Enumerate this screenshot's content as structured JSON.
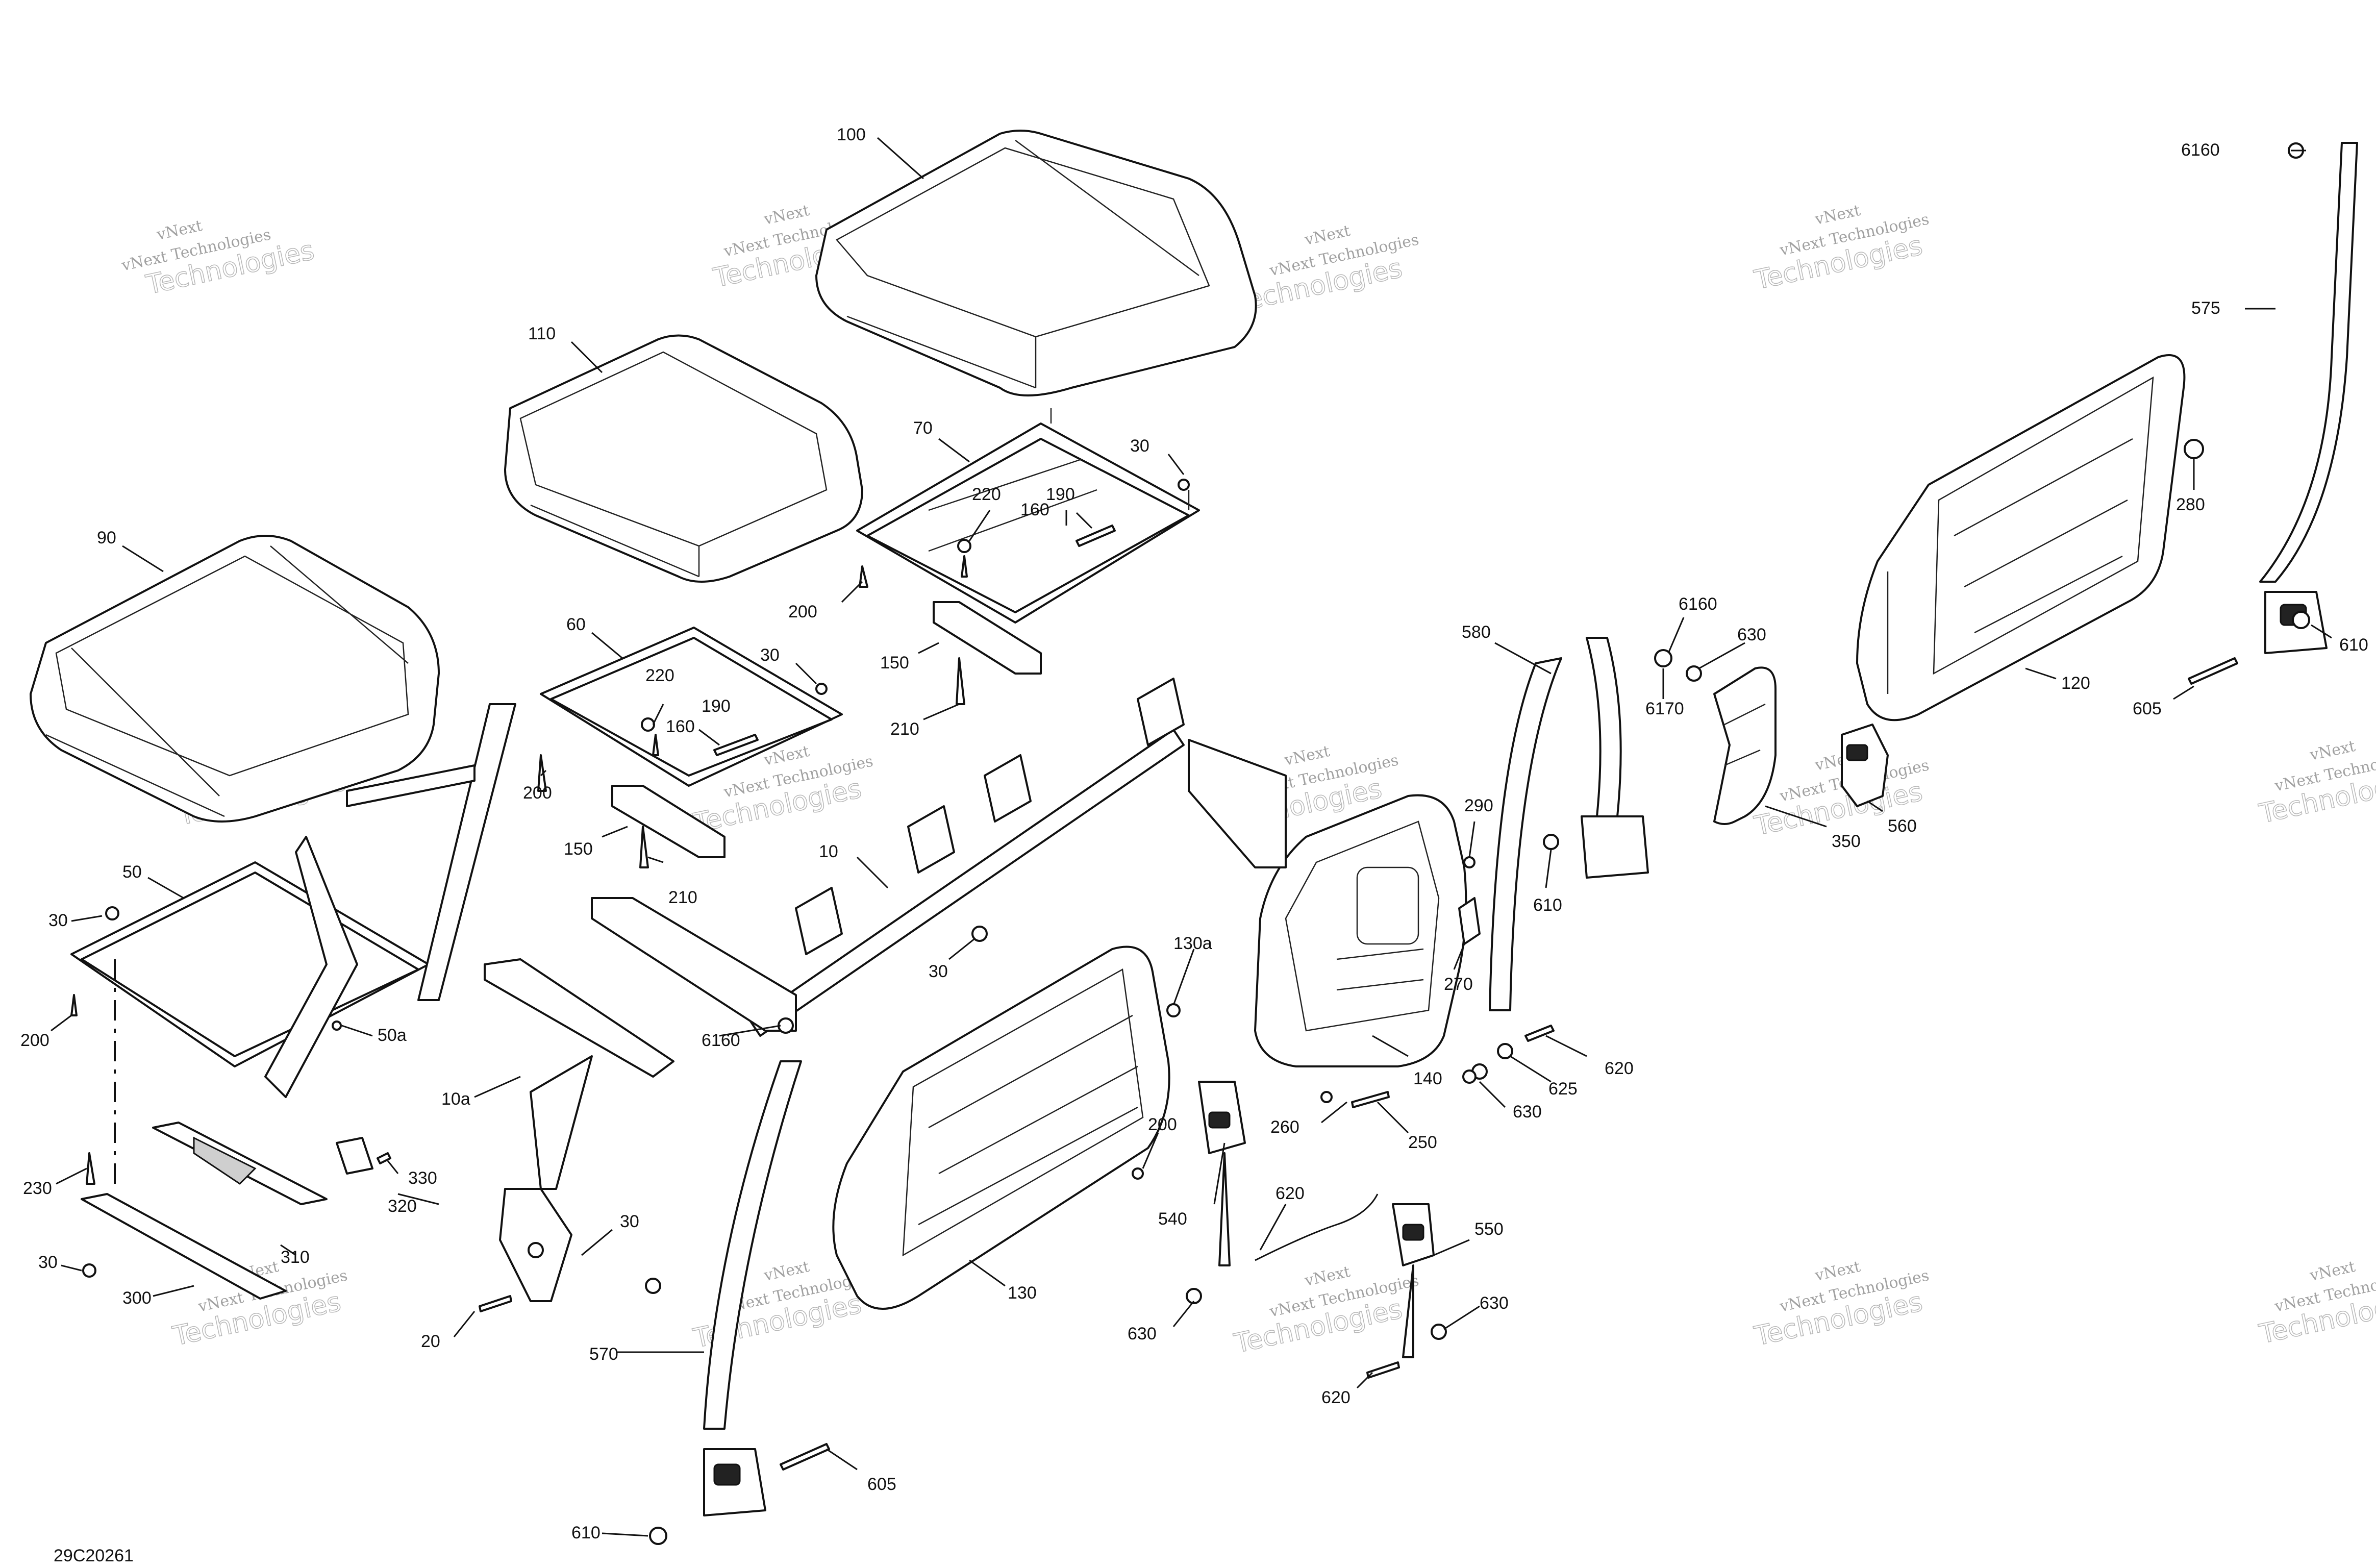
{
  "diagram_id": "29C20261",
  "watermark": {
    "line1": "vNext",
    "line2": "Technologies",
    "full": "vNext Technologies"
  },
  "callouts": [
    "6160",
    "575",
    "280",
    "610",
    "120",
    "605",
    "560",
    "350",
    "100",
    "110",
    "90",
    "70",
    "30",
    "220",
    "190",
    "160",
    "200",
    "150",
    "210",
    "60",
    "30",
    "220",
    "190",
    "160",
    "200",
    "150",
    "210",
    "50",
    "30",
    "200",
    "50a",
    "230",
    "330",
    "320",
    "310",
    "30",
    "300",
    "10",
    "30",
    "6160",
    "10a",
    "30",
    "20",
    "130a",
    "200",
    "130",
    "570",
    "605",
    "610",
    "580",
    "6160",
    "630",
    "6170",
    "610",
    "290",
    "270",
    "140",
    "260",
    "250",
    "620",
    "625",
    "630",
    "540",
    "620",
    "550",
    "630",
    "630",
    "620"
  ]
}
